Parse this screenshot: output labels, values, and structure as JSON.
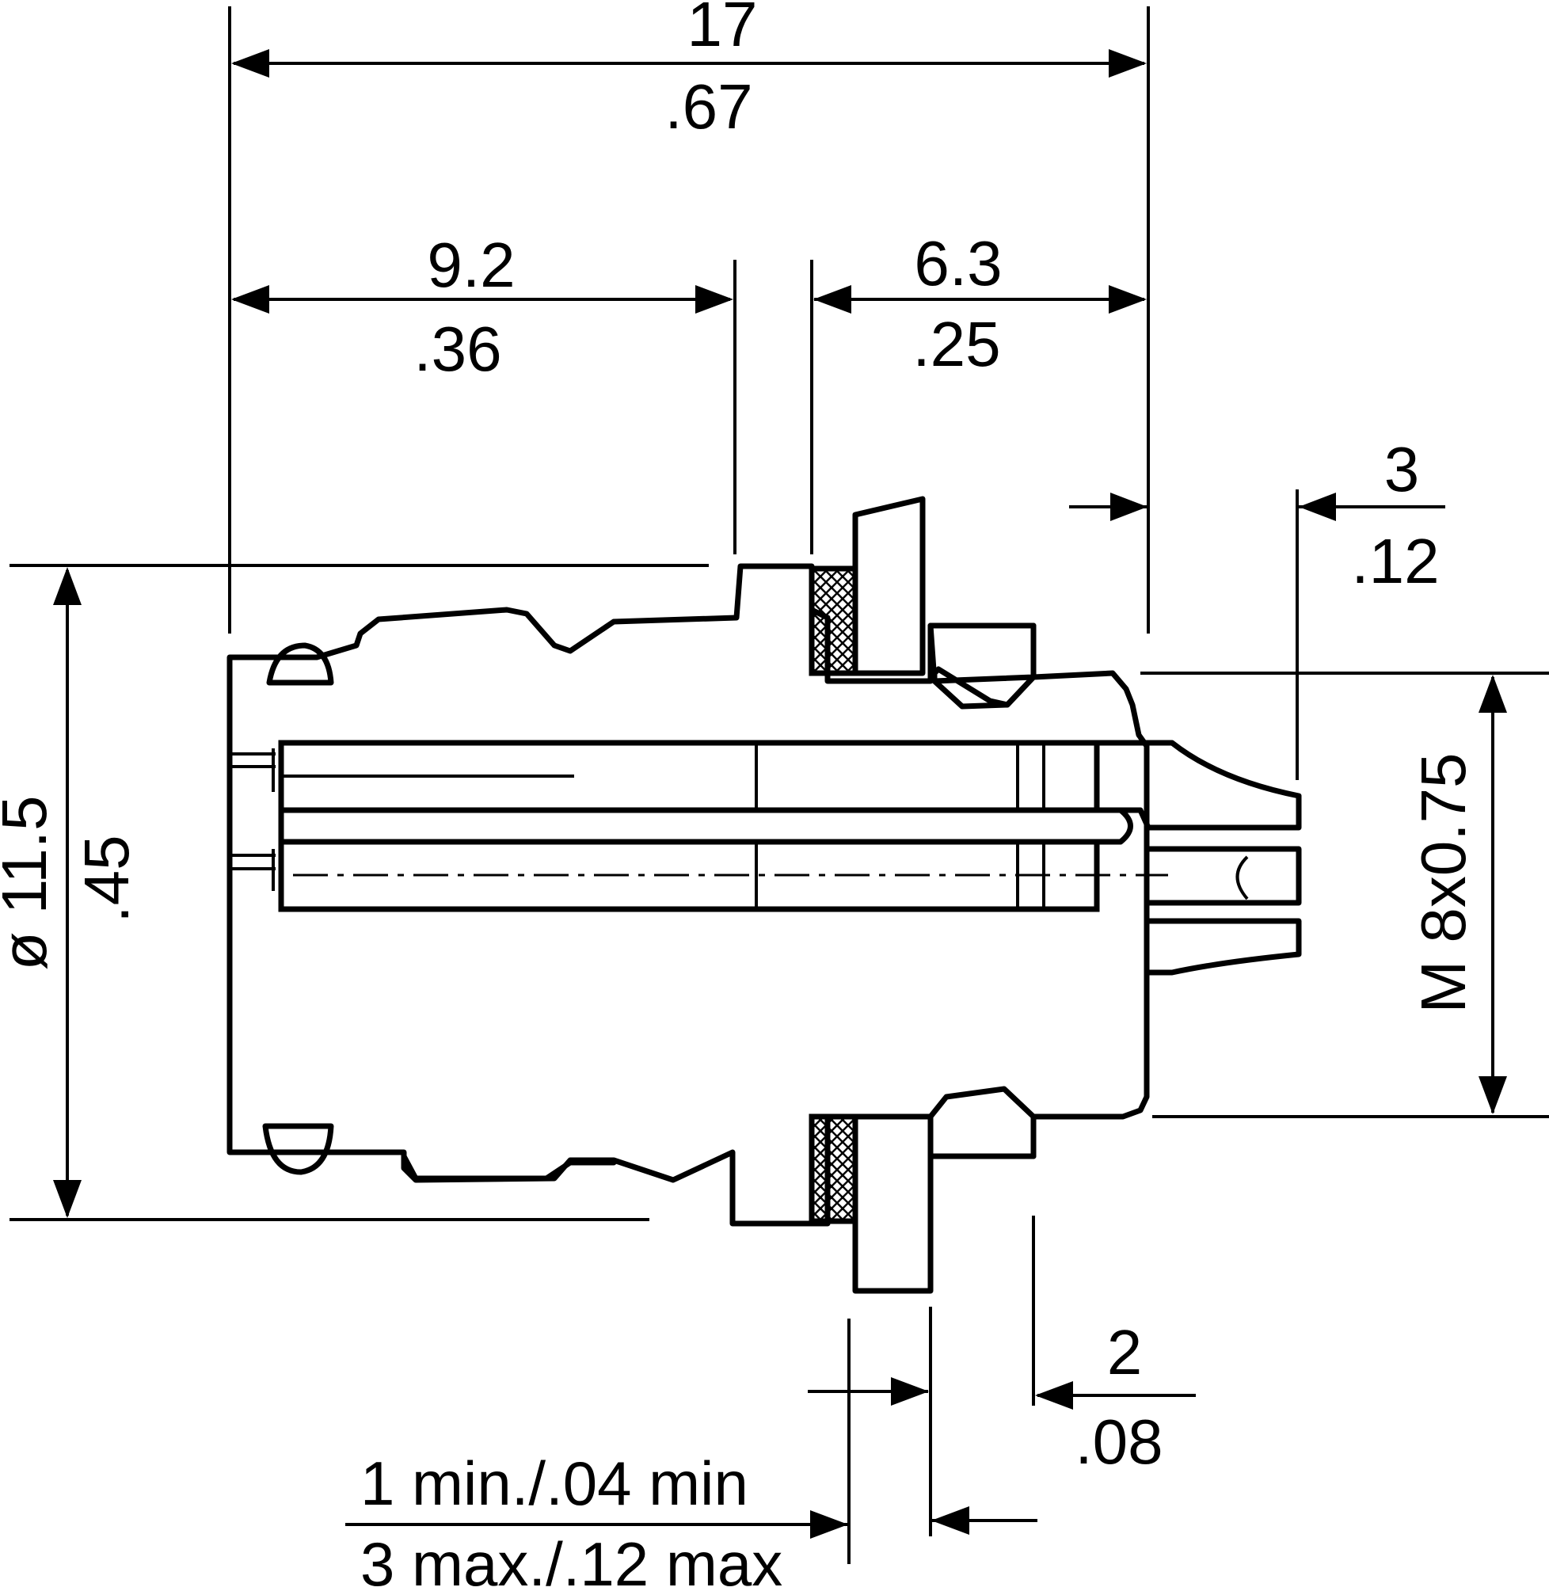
{
  "dimensions": {
    "overall_length": {
      "metric": "17",
      "inch": ".67"
    },
    "body_length": {
      "metric": "9.2",
      "inch": ".36"
    },
    "thread_length": {
      "metric": "6.3",
      "inch": ".25"
    },
    "pin_protrusion": {
      "metric": "3",
      "inch": ".12"
    },
    "diameter": {
      "metric": "ø 11.5",
      "inch": ".45"
    },
    "thread": {
      "label": "M 8x0.75"
    },
    "nut_offset": {
      "metric": "2",
      "inch": ".08"
    },
    "panel_thickness": {
      "min": "1 min./.04 min",
      "max": "3 max./.12 max"
    }
  }
}
